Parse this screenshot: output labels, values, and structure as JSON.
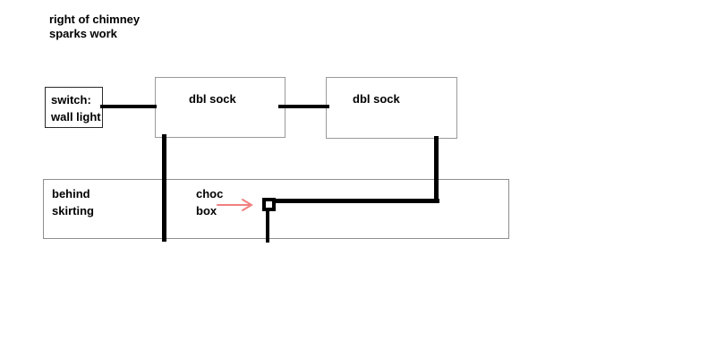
{
  "title_note": {
    "line1": "right of chimney",
    "line2": "sparks work"
  },
  "switch_box": {
    "line1": "switch:",
    "line2": "wall light"
  },
  "socket_box_1": {
    "label": "dbl sock"
  },
  "socket_box_2": {
    "label": "dbl sock"
  },
  "skirting_box": {
    "line1": "behind",
    "line2": "skirting"
  },
  "choc_box_label": {
    "line1": "choc",
    "line2": "box"
  },
  "icons": {
    "arrow": "arrow-right-icon"
  },
  "colors": {
    "wire": "#000000",
    "arrow": "#f08080",
    "socket_border": "#9a9a9a",
    "switch_border": "#2a2a2a",
    "background": "#ffffff"
  }
}
